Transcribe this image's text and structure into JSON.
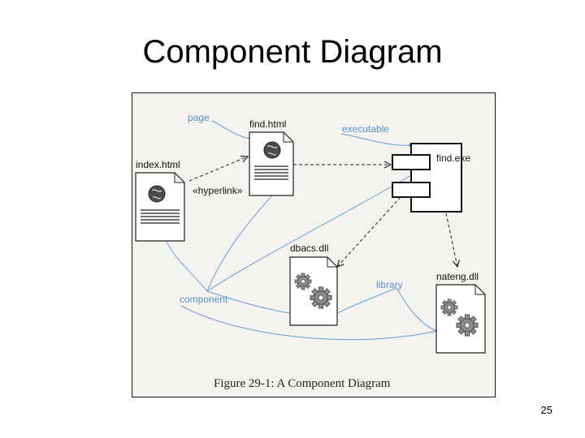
{
  "slide": {
    "title": "Component Diagram",
    "page_number": "25"
  },
  "figure": {
    "caption": "Figure 29-1: A Component Diagram",
    "components": {
      "find_html": "find.html",
      "index_html": "index.html",
      "find_exe": "find.exe",
      "dbacs_dll": "dbacs.dll",
      "nateng_dll": "nateng.dll"
    },
    "notes": {
      "page": "page",
      "executable": "executable",
      "hyperlink": "«hyperlink»",
      "component": "component",
      "library": "library"
    }
  },
  "colors": {
    "note_blue": "#5a8ed0",
    "border": "#1a1a1a",
    "figure_bg": "#f4f3ef"
  }
}
